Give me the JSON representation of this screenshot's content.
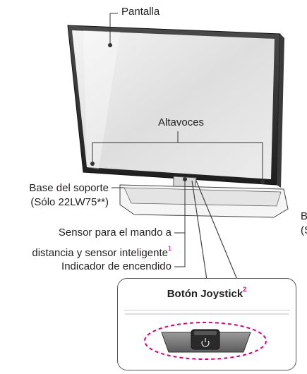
{
  "labels": {
    "pantalla": "Pantalla",
    "altavoces": "Altavoces",
    "base_line1": "Base del soporte",
    "base_line2": "(Sólo 22LW75**)",
    "sensor_line1": "Sensor para el mando a",
    "sensor_line2": "distancia y sensor inteligente",
    "sensor_sup": "1",
    "indicador": "Indicador de encendido"
  },
  "callout": {
    "title": "Botón Joystick",
    "title_sup": "2"
  },
  "cut_text": {
    "line1": "B",
    "line2": "(S"
  },
  "colors": {
    "ink": "#231f20",
    "accent": "#d6007a",
    "frame": "#2b2b2b",
    "screen": "#e6e6e6"
  },
  "icons": {
    "power": "power-icon"
  }
}
